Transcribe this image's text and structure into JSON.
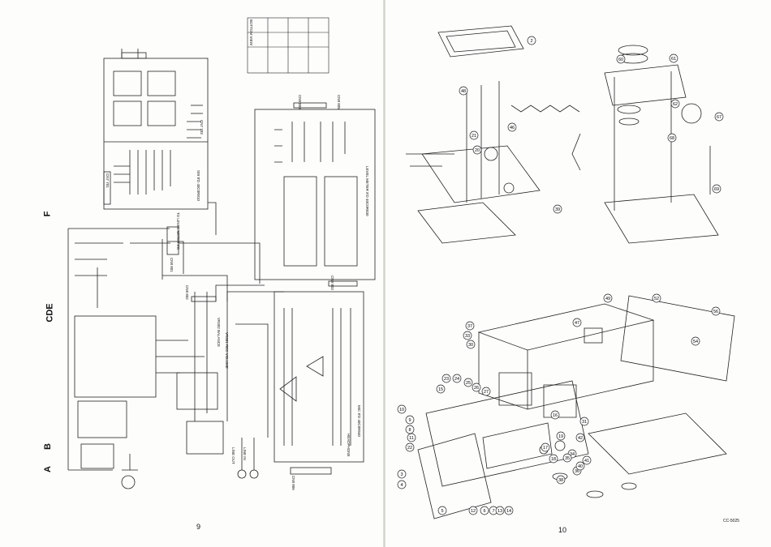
{
  "left_page": {
    "page_number": "9",
    "row_labels": [
      "F",
      "CDE",
      "B",
      "A"
    ],
    "board_labels": [
      "SW 8'D 40C0R810",
      "LEVEL METER 8'D 40C0R830",
      "MIC 8'D 40C0R840",
      "TO LEVEL METER 8'D",
      "HEADPHONE",
      "LINE IN",
      "LINE OUT",
      "VR302 BALANCE",
      "VR301 REC VOLUME",
      "BOTTOM VIEW"
    ],
    "connector_labels": [
      "CN7 701",
      "CN7 703",
      "CN8 801",
      "CN8 802",
      "CN8 803",
      "CN8 804",
      "CN8 805",
      "CN8 806"
    ]
  },
  "right_page": {
    "page_number": "10",
    "code": "CC-5025",
    "callouts": [
      "2",
      "3",
      "4",
      "5",
      "6",
      "7",
      "8",
      "9",
      "10",
      "11",
      "12",
      "13",
      "14",
      "15",
      "16",
      "17",
      "18",
      "19",
      "20",
      "21",
      "22",
      "23",
      "24",
      "25",
      "26",
      "27",
      "30",
      "31",
      "33",
      "34",
      "35",
      "36",
      "37",
      "38",
      "39",
      "40",
      "41",
      "42",
      "46",
      "47",
      "48",
      "49",
      "52",
      "54",
      "56",
      "60",
      "61",
      "62",
      "67",
      "68",
      "69"
    ]
  }
}
